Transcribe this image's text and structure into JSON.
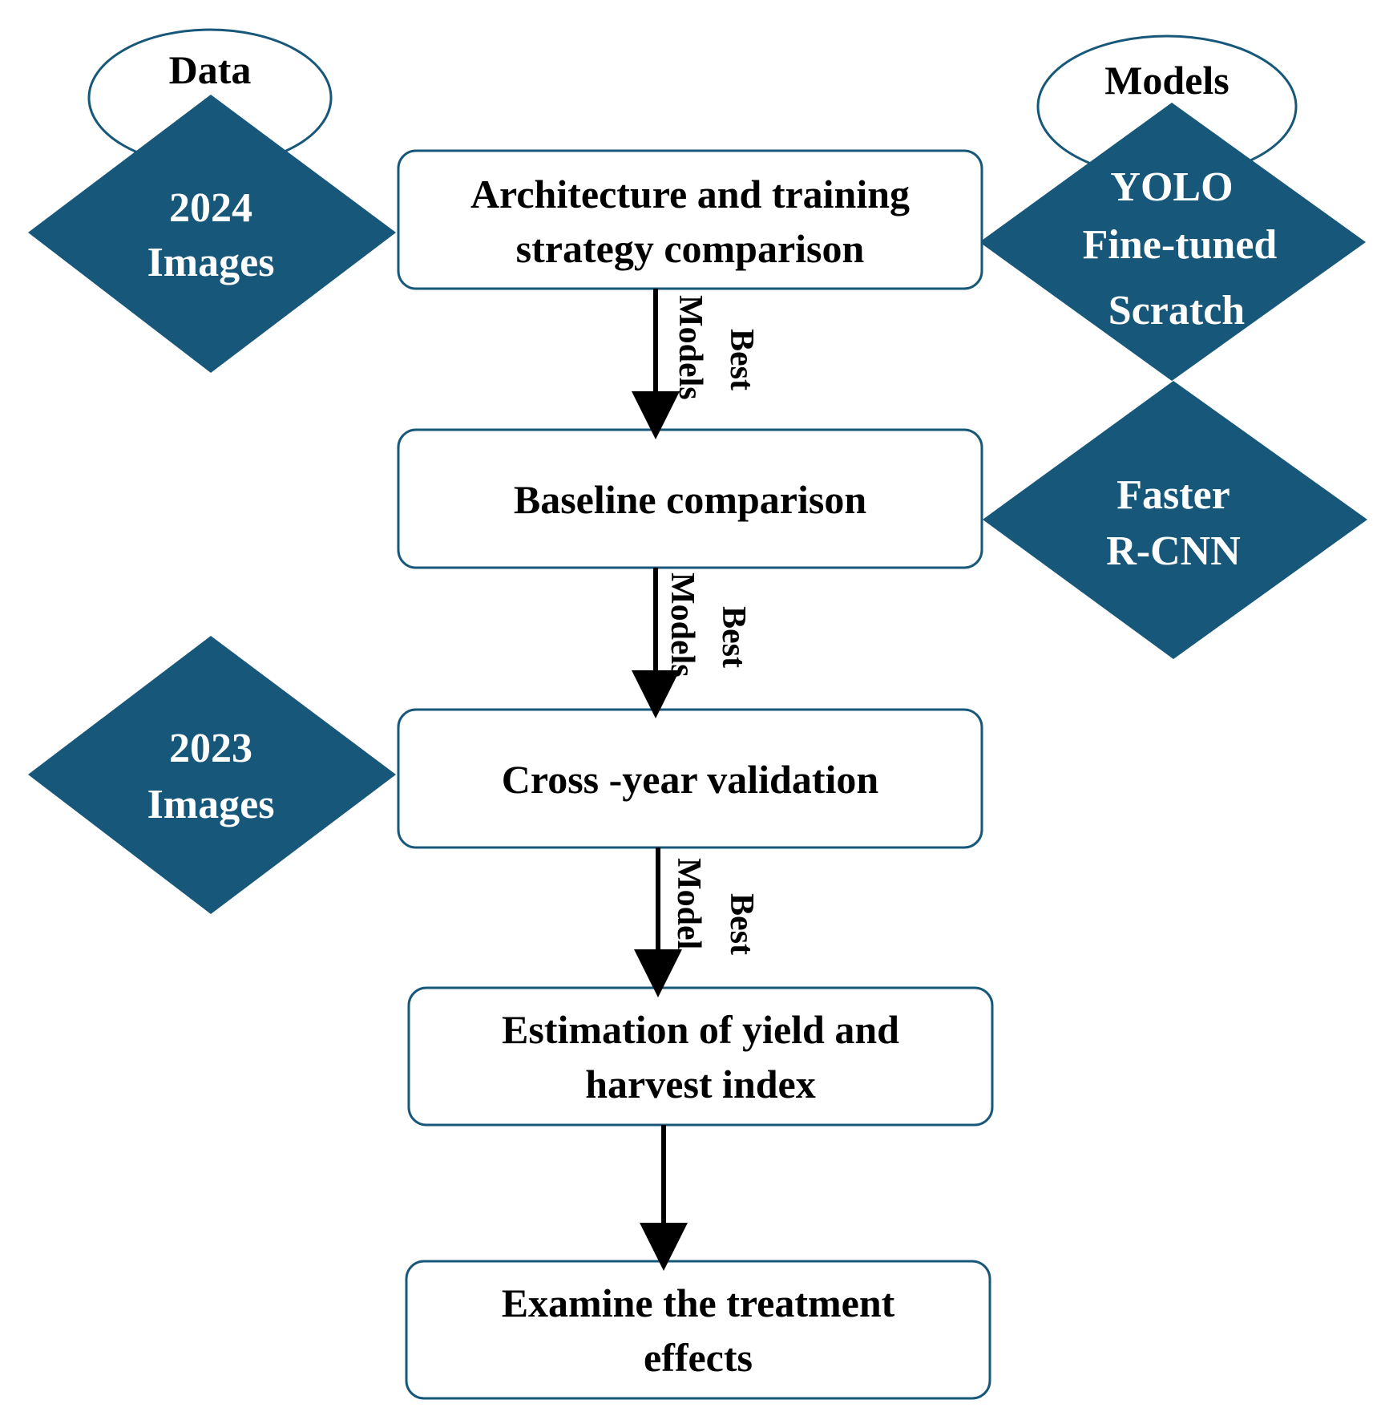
{
  "colors": {
    "diamond_fill": "#17587a",
    "diamond_text": "#ffffff",
    "box_stroke": "#17587a",
    "text": "#000000",
    "arrow": "#000000"
  },
  "ovals": {
    "data_label": "Data",
    "models_label": "Models"
  },
  "diamonds": {
    "images_2024": {
      "line1": "2024",
      "line2": "Images"
    },
    "models_list": {
      "line1": "YOLO",
      "line2": "Fine-tuned",
      "line3": "Scratch"
    },
    "faster_rcnn": {
      "line1": "Faster",
      "line2": "R-CNN"
    },
    "images_2023": {
      "line1": "2023",
      "line2": "Images"
    }
  },
  "boxes": {
    "architecture": {
      "line1": "Architecture and training",
      "line2": "strategy comparison"
    },
    "baseline": {
      "line1": "Baseline comparison"
    },
    "cross_year": {
      "line1": "Cross -year validation"
    },
    "estimation": {
      "line1": "Estimation of yield and",
      "line2": "harvest index"
    },
    "examine": {
      "line1": "Examine the treatment",
      "line2": "effects"
    }
  },
  "arrow_labels": {
    "a1": {
      "line1": "Best",
      "line2": "Models"
    },
    "a2": {
      "line1": "Best",
      "line2": "Models"
    },
    "a3": {
      "line1": "Best",
      "line2": "Model"
    }
  }
}
